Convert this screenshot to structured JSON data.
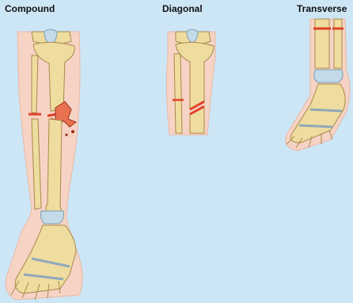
{
  "labels": {
    "compound": "Compound",
    "diagonal": "Diagonal",
    "transverse": "Transverse"
  },
  "colors": {
    "background": "#cde6f6",
    "skin": "#f6d3c4",
    "bone": "#efdc9f",
    "bone_outline": "#a88a4a",
    "cartilage": "#c3dbe8",
    "fracture": "#e0422a"
  }
}
